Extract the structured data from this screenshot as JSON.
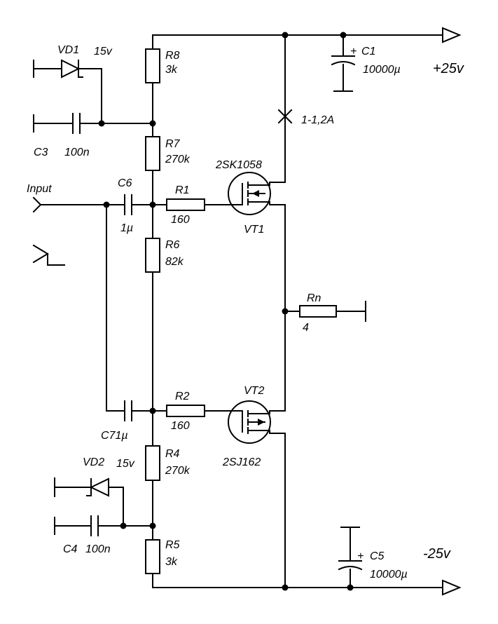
{
  "rails": {
    "positive": "+25v",
    "negative": "-25v",
    "current_mark": "1-1,2A"
  },
  "input": {
    "label": "Input"
  },
  "components": {
    "vd1": {
      "ref": "VD1",
      "value": "15v"
    },
    "vd2": {
      "ref": "VD2",
      "value": "15v"
    },
    "c1": {
      "ref": "C1",
      "value": "10000µ",
      "plus": "+"
    },
    "c5": {
      "ref": "C5",
      "value": "10000µ",
      "plus": "+"
    },
    "c3": {
      "ref": "C3",
      "value": "100n"
    },
    "c4": {
      "ref": "C4",
      "value": "100n"
    },
    "c6": {
      "ref": "C6",
      "value": "1µ"
    },
    "c7": {
      "label": "C71µ"
    },
    "r8": {
      "ref": "R8",
      "value": "3k"
    },
    "r7": {
      "ref": "R7",
      "value": "270k"
    },
    "r6": {
      "ref": "R6",
      "value": "82k"
    },
    "r4": {
      "ref": "R4",
      "value": "270k"
    },
    "r5": {
      "ref": "R5",
      "value": "3k"
    },
    "r1": {
      "ref": "R1",
      "value": "160"
    },
    "r2": {
      "ref": "R2",
      "value": "160"
    },
    "rn": {
      "ref": "Rn",
      "value": "4"
    },
    "vt1": {
      "ref": "VT1",
      "part": "2SK1058"
    },
    "vt2": {
      "ref": "VT2",
      "part": "2SJ162"
    }
  }
}
